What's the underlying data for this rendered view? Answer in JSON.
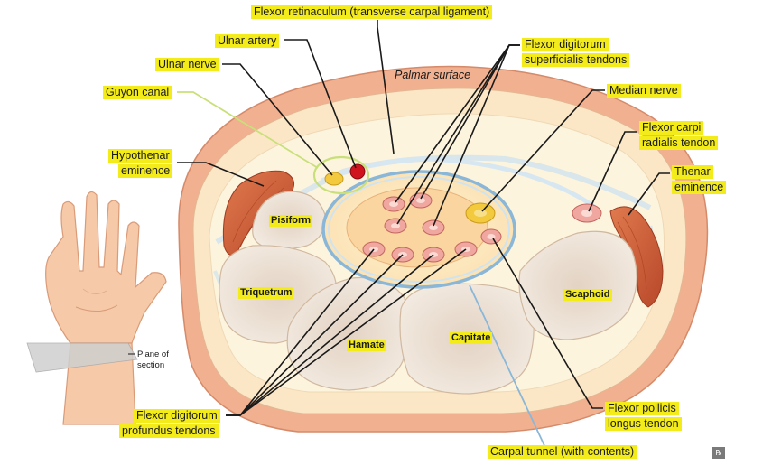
{
  "labels": {
    "flexor_retinaculum": "Flexor retinaculum (transverse carpal ligament)",
    "ulnar_artery": "Ulnar artery",
    "ulnar_nerve": "Ulnar nerve",
    "guyon_canal": "Guyon canal",
    "palmar_surface": "Palmar surface",
    "fds_line1": "Flexor digitorum",
    "fds_line2": "superficialis tendons",
    "median_nerve": "Median nerve",
    "fcr_line1": "Flexor carpi",
    "fcr_line2": "radialis tendon",
    "hypothenar_line1": "Hypothenar",
    "hypothenar_line2": "eminence",
    "thenar_line1": "Thenar",
    "thenar_line2": "eminence",
    "fdp_line1": "Flexor digitorum",
    "fdp_line2": "profundus tendons",
    "fpl_line1": "Flexor pollicis",
    "fpl_line2": "longus tendon",
    "carpal_tunnel": "Carpal tunnel (with contents)",
    "plane_line1": "Plane of",
    "plane_line2": "section"
  },
  "bones": {
    "pisiform": "Pisiform",
    "triquetrum": "Triquetrum",
    "hamate": "Hamate",
    "capitate": "Capitate",
    "scaphoid": "Scaphoid"
  },
  "badge": "℞",
  "colors": {
    "label_bg": "#f4ec1a",
    "skin_outer": "#f1b08f",
    "skin_inner": "#fbe7c6",
    "fat": "#fbf0d5",
    "bone": "#efe3d6",
    "muscle": "#d2623a",
    "tunnel_ring": "#8ab7d8",
    "artery": "#d0141e",
    "nerve": "#f3c93d",
    "tendon": "#f0a7a0"
  }
}
